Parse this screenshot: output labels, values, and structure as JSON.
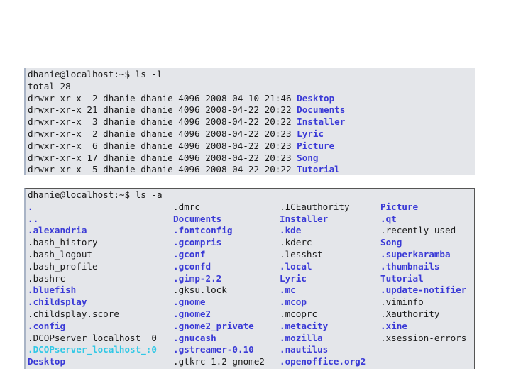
{
  "terminal1": {
    "command_line": "dhanie@localhost:~$ ls -l",
    "total": "total 28",
    "rows": [
      {
        "prefix": "drwxr-xr-x  2 dhanie dhanie 4096 2008-04-10 21:46 ",
        "name": "Desktop"
      },
      {
        "prefix": "drwxr-xr-x 21 dhanie dhanie 4096 2008-04-22 20:22 ",
        "name": "Documents"
      },
      {
        "prefix": "drwxr-xr-x  3 dhanie dhanie 4096 2008-04-22 20:22 ",
        "name": "Installer"
      },
      {
        "prefix": "drwxr-xr-x  2 dhanie dhanie 4096 2008-04-22 20:23 ",
        "name": "Lyric"
      },
      {
        "prefix": "drwxr-xr-x  6 dhanie dhanie 4096 2008-04-22 20:23 ",
        "name": "Picture"
      },
      {
        "prefix": "drwxr-xr-x 17 dhanie dhanie 4096 2008-04-22 20:23 ",
        "name": "Song"
      },
      {
        "prefix": "drwxr-xr-x  5 dhanie dhanie 4096 2008-04-22 20:22 ",
        "name": "Tutorial"
      }
    ]
  },
  "terminal2": {
    "command_line": "dhanie@localhost:~$ ls -a",
    "columns": [
      [
        {
          "name": ".",
          "kind": "dir"
        },
        {
          "name": "..",
          "kind": "dir"
        },
        {
          "name": ".alexandria",
          "kind": "dir"
        },
        {
          "name": ".bash_history",
          "kind": "plain"
        },
        {
          "name": ".bash_logout",
          "kind": "plain"
        },
        {
          "name": ".bash_profile",
          "kind": "plain"
        },
        {
          "name": ".bashrc",
          "kind": "plain"
        },
        {
          "name": ".bluefish",
          "kind": "dir"
        },
        {
          "name": ".childsplay",
          "kind": "dir"
        },
        {
          "name": ".childsplay.score",
          "kind": "plain"
        },
        {
          "name": ".config",
          "kind": "dir"
        },
        {
          "name": ".DCOPserver_localhost__0",
          "kind": "plain"
        },
        {
          "name": ".DCOPserver_localhost_:0",
          "kind": "cyan"
        },
        {
          "name": "Desktop",
          "kind": "dir"
        }
      ],
      [
        {
          "name": ".dmrc",
          "kind": "plain"
        },
        {
          "name": "Documents",
          "kind": "dir"
        },
        {
          "name": ".fontconfig",
          "kind": "dir"
        },
        {
          "name": ".gcompris",
          "kind": "dir"
        },
        {
          "name": ".gconf",
          "kind": "dir"
        },
        {
          "name": ".gconfd",
          "kind": "dir"
        },
        {
          "name": ".gimp-2.2",
          "kind": "dir"
        },
        {
          "name": ".gksu.lock",
          "kind": "plain"
        },
        {
          "name": ".gnome",
          "kind": "dir"
        },
        {
          "name": ".gnome2",
          "kind": "dir"
        },
        {
          "name": ".gnome2_private",
          "kind": "dir"
        },
        {
          "name": ".gnucash",
          "kind": "dir"
        },
        {
          "name": ".gstreamer-0.10",
          "kind": "dir"
        },
        {
          "name": ".gtkrc-1.2-gnome2",
          "kind": "plain"
        }
      ],
      [
        {
          "name": ".ICEauthority",
          "kind": "plain"
        },
        {
          "name": "Installer",
          "kind": "dir"
        },
        {
          "name": ".kde",
          "kind": "dir"
        },
        {
          "name": ".kderc",
          "kind": "plain"
        },
        {
          "name": ".lesshst",
          "kind": "plain"
        },
        {
          "name": ".local",
          "kind": "dir"
        },
        {
          "name": "Lyric",
          "kind": "dir"
        },
        {
          "name": ".mc",
          "kind": "dir"
        },
        {
          "name": ".mcop",
          "kind": "dir"
        },
        {
          "name": ".mcoprc",
          "kind": "plain"
        },
        {
          "name": ".metacity",
          "kind": "dir"
        },
        {
          "name": ".mozilla",
          "kind": "dir"
        },
        {
          "name": ".nautilus",
          "kind": "dir"
        },
        {
          "name": ".openoffice.org2",
          "kind": "dir"
        }
      ],
      [
        {
          "name": "Picture",
          "kind": "dir"
        },
        {
          "name": ".qt",
          "kind": "dir"
        },
        {
          "name": ".recently-used",
          "kind": "plain"
        },
        {
          "name": "Song",
          "kind": "dir"
        },
        {
          "name": ".superkaramba",
          "kind": "dir"
        },
        {
          "name": ".thumbnails",
          "kind": "dir"
        },
        {
          "name": "Tutorial",
          "kind": "dir"
        },
        {
          "name": ".update-notifier",
          "kind": "dir"
        },
        {
          "name": ".viminfo",
          "kind": "plain"
        },
        {
          "name": ".Xauthority",
          "kind": "plain"
        },
        {
          "name": ".xine",
          "kind": "dir"
        },
        {
          "name": ".xsession-errors",
          "kind": "plain"
        }
      ]
    ]
  },
  "colors": {
    "background": "#ffffff",
    "terminal_bg": "#e4e6ea",
    "text": "#1a1a1a",
    "directory": "#3a3ad6",
    "socket": "#30c8e6"
  }
}
